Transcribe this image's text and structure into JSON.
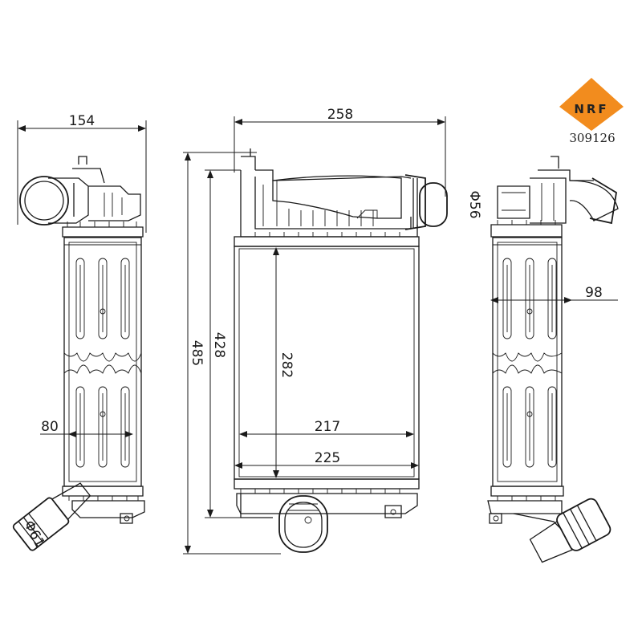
{
  "brand": {
    "logo_text": "NRF",
    "part_number": "309126",
    "accent_color": "#f28c1e"
  },
  "dimensions": {
    "side_left_width": "154",
    "front_width": "258",
    "front_total_height": "485",
    "front_body_height": "428",
    "core_height": "282",
    "core_width": "217",
    "tank_width": "225",
    "side_left_depth": "80",
    "side_right_depth": "98",
    "outlet_diameter_top": "56",
    "outlet_diameter_bottom": "61"
  },
  "symbols": {
    "diameter": "Φ"
  }
}
